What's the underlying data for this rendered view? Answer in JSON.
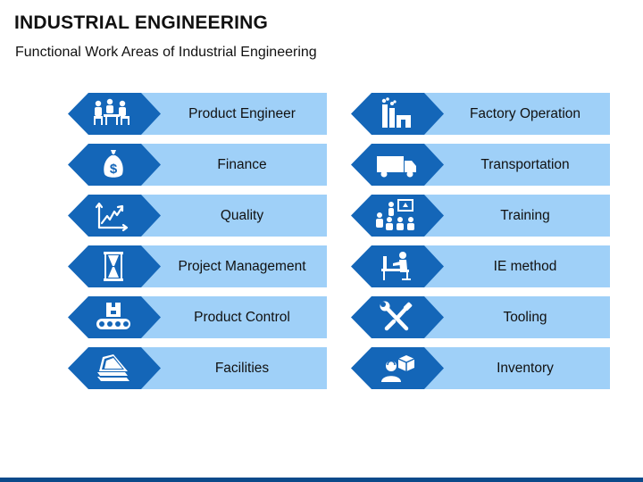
{
  "header": {
    "title": "INDUSTRIAL ENGINEERING",
    "subtitle": "Functional Work Areas of Industrial Engineering"
  },
  "left_items": [
    {
      "label": "Product Engineer",
      "icon": "meeting-people-icon"
    },
    {
      "label": "Finance",
      "icon": "money-bag-icon"
    },
    {
      "label": "Quality",
      "icon": "growth-chart-icon"
    },
    {
      "label": "Project Management",
      "icon": "hourglass-icon"
    },
    {
      "label": "Product Control",
      "icon": "conveyor-belt-icon"
    },
    {
      "label": "Facilities",
      "icon": "papers-stack-icon"
    }
  ],
  "right_items": [
    {
      "label": "Factory Operation",
      "icon": "factory-icon"
    },
    {
      "label": "Transportation",
      "icon": "truck-icon"
    },
    {
      "label": "Training",
      "icon": "training-presentation-icon"
    },
    {
      "label": "IE method",
      "icon": "desk-worker-icon"
    },
    {
      "label": "Tooling",
      "icon": "wrench-screwdriver-icon"
    },
    {
      "label": "Inventory",
      "icon": "person-box-icon"
    }
  ],
  "colors": {
    "arrow": "#1466b8",
    "bar": "#9fd0f8",
    "footer": "#0b4a8a"
  }
}
